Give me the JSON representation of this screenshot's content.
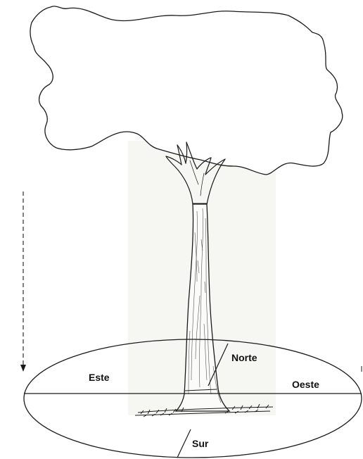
{
  "labels": {
    "north": "Norte",
    "east": "Este",
    "west": "Oeste",
    "south": "Sur"
  },
  "colors": {
    "line": "#1a1a1a",
    "background": "#ffffff",
    "trunk_shade": "#f4f4f1"
  },
  "icons": {
    "direction_arrow": "dashed-down-arrow-icon"
  }
}
